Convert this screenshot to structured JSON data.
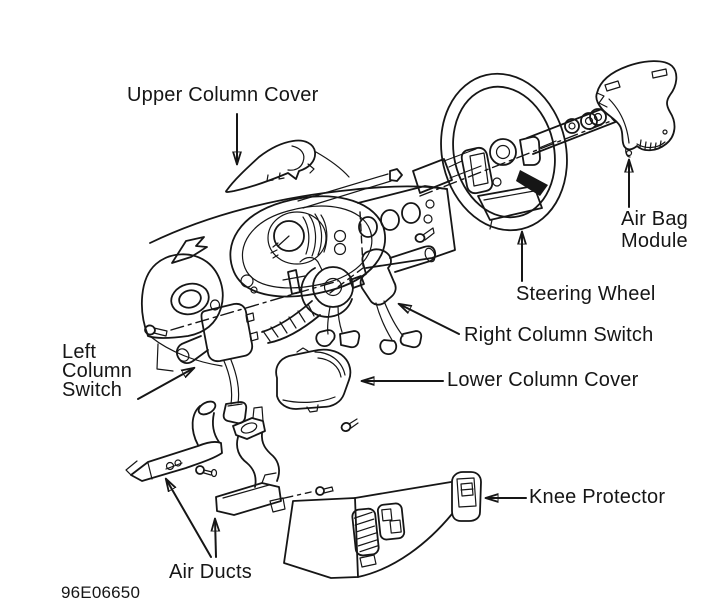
{
  "diagram": {
    "type": "exploded-parts-diagram",
    "subject": "steering column and dashboard assembly",
    "figure_code": "96E06650",
    "colors": {
      "background": "#ffffff",
      "line": "#161616"
    },
    "callouts": {
      "upper_column_cover": "Upper Column Cover",
      "air_bag_module": [
        "Air Bag",
        "Module"
      ],
      "steering_wheel": "Steering Wheel",
      "right_column_switch": "Right Column Switch",
      "lower_column_cover": "Lower Column Cover",
      "left_column_switch": [
        "Left",
        "Column",
        "Switch"
      ],
      "knee_protector": "Knee Protector",
      "air_ducts": "Air Ducts"
    }
  }
}
